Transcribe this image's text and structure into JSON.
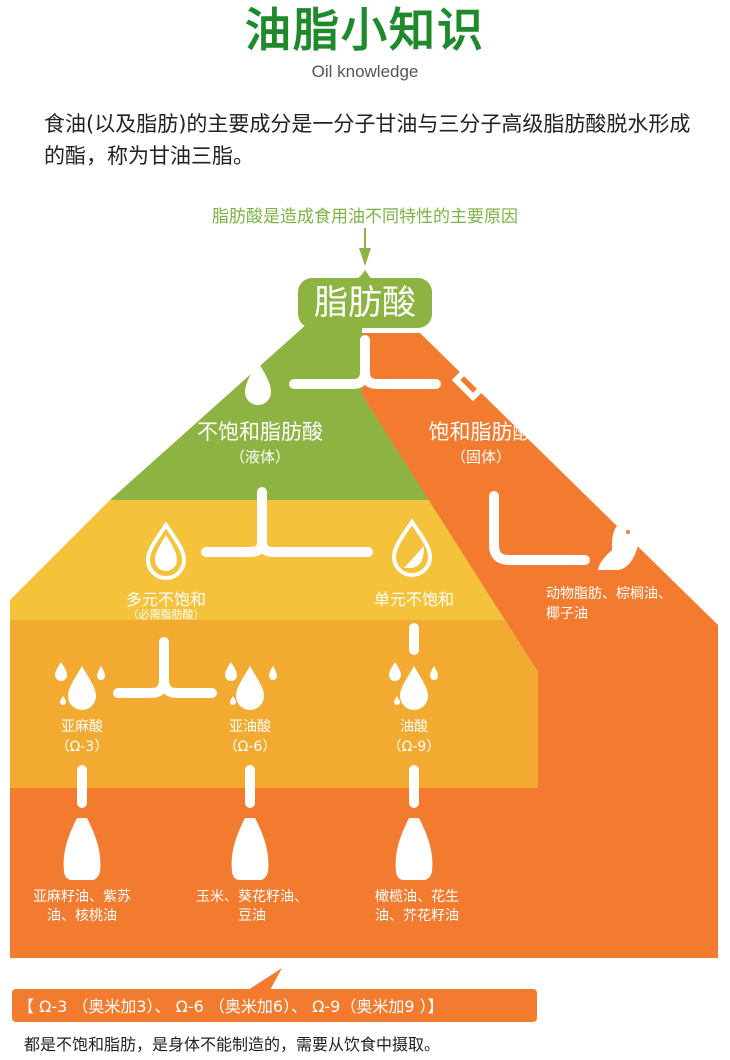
{
  "header": {
    "title": "油脂小知识",
    "subtitle": "Oil knowledge"
  },
  "intro": "食油(以及脂肪)的主要成分是一分子甘油与三分子高级脂肪酸脱水形成的酯，称为甘油三脂。",
  "cause_note": "脂肪酸是造成食用油不同特性的主要原因",
  "colors": {
    "title_green": "#1f8a2b",
    "green": "#8db443",
    "orange": "#f37b30",
    "yellow": "#f4c23b",
    "amber": "#f2aa30",
    "light_green_text": "#7cb342"
  },
  "pyramid": {
    "root": "脂肪酸",
    "unsaturated": {
      "label": "不饱和脂肪酸",
      "state": "（液体）",
      "icon": "droplet-icon"
    },
    "saturated": {
      "label": "饱和脂肪酸",
      "state": "（固体）",
      "icon": "cube-icon",
      "sources": "动物脂肪、棕榈油、椰子油",
      "sources_icon": "bird-leaf-icon"
    },
    "poly": {
      "label": "多元不饱和",
      "note": "（必需脂肪酸）",
      "icon": "full-droplet-icon"
    },
    "mono": {
      "label": "单元不饱和",
      "icon": "half-droplet-icon"
    },
    "acids": [
      {
        "name": "亚麻酸",
        "code": "（Ω-3）",
        "oils": "亚麻籽油、紫苏油、核桃油"
      },
      {
        "name": "亚油酸",
        "code": "（Ω-6）",
        "oils": "玉米、葵花籽油、豆油"
      },
      {
        "name": "油酸",
        "code": "（Ω-9）",
        "oils": "橄榄油、花生油、芥花籽油"
      }
    ]
  },
  "callout": "【 Ω-3 （奥米加3）、 Ω-6 （奥米加6）、 Ω-9（奥米加9 ）】",
  "footer": "都是不饱和脂肪，是身体不能制造的，需要从饮食中摄取。"
}
